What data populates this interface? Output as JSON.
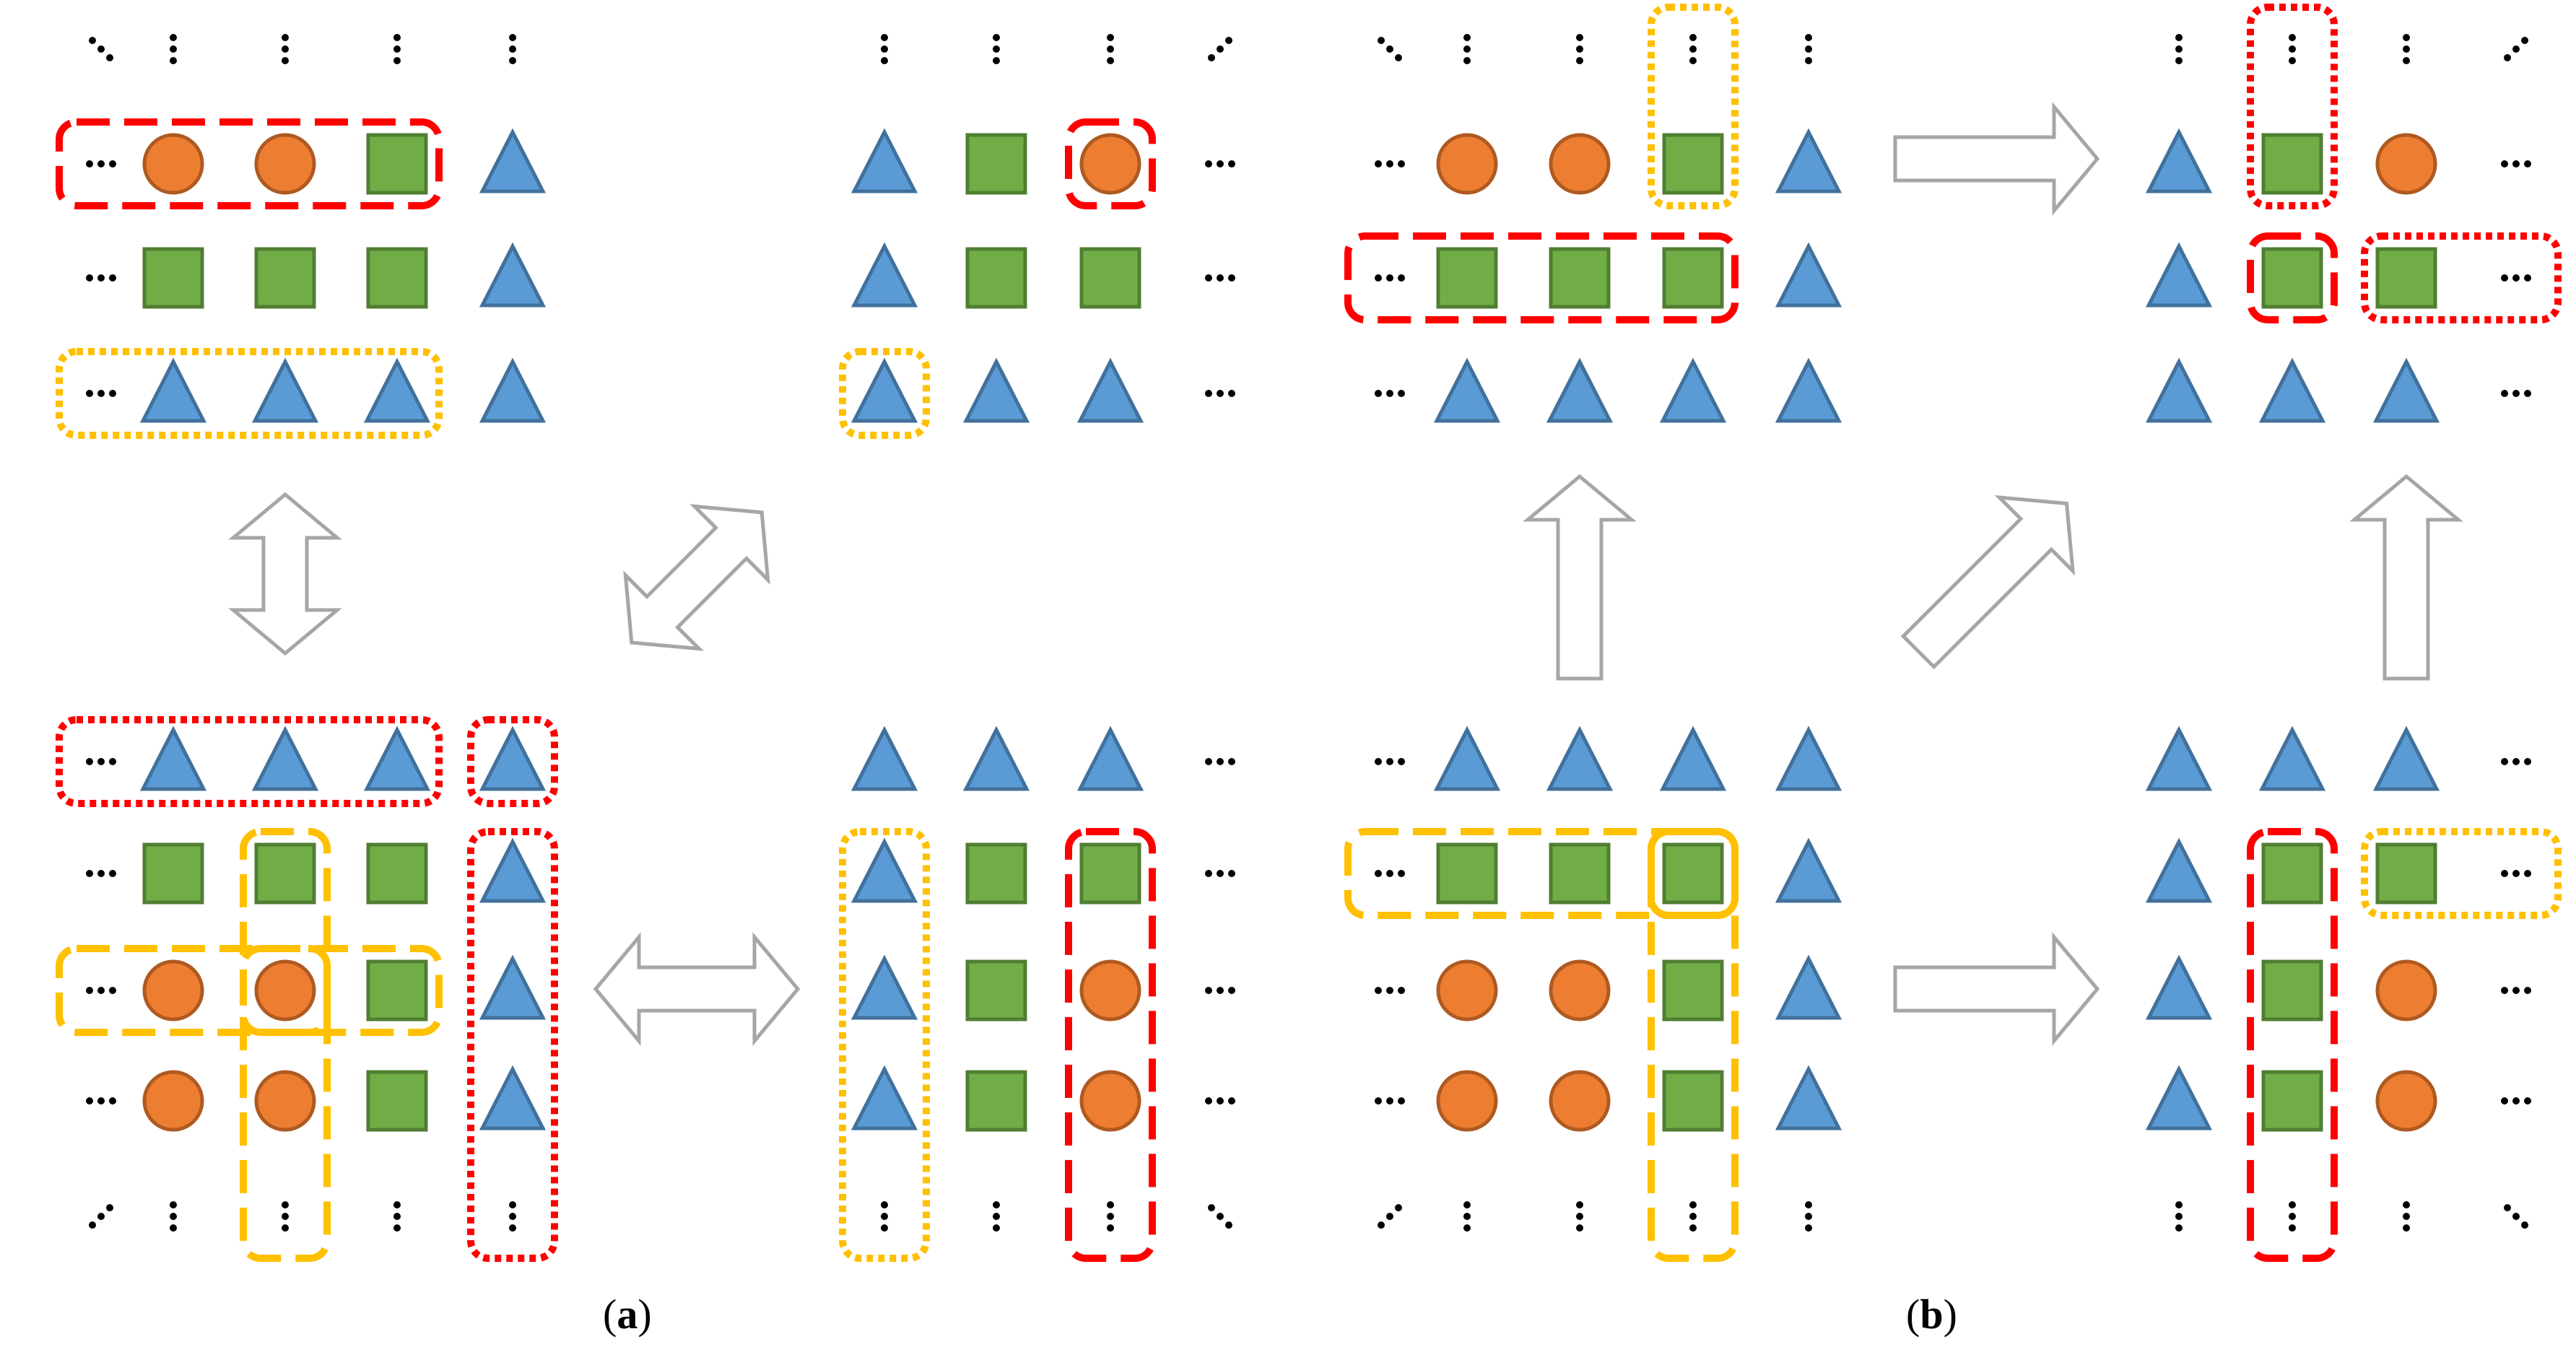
{
  "colors": {
    "circle_fill": "#ED7D31",
    "circle_stroke": "#AE5A21",
    "square_fill": "#70AD47",
    "square_stroke": "#507E32",
    "triangle_fill": "#5B9BD5",
    "triangle_stroke": "#41719C",
    "red_highlight": "#FF0000",
    "yellow_highlight": "#FFC000",
    "arrow_stroke": "#A6A6A6",
    "ellipsis": "#000000"
  },
  "captions": {
    "a": {
      "open": "(",
      "letter": "a",
      "close": ")"
    },
    "b": {
      "open": "(",
      "letter": "b",
      "close": ")"
    }
  },
  "shapes": {
    "circle": "orange-circle",
    "square": "green-square",
    "triangle": "blue-triangle"
  },
  "grids": {
    "a1": [
      [
        "dd",
        "v",
        "v",
        "v",
        "v"
      ],
      [
        "h",
        "O",
        "O",
        "S",
        "T"
      ],
      [
        "h",
        "S",
        "S",
        "S",
        "T"
      ],
      [
        "h",
        "T",
        "T",
        "T",
        "T"
      ]
    ],
    "a2": [
      [
        "v",
        "v",
        "v",
        "da"
      ],
      [
        "T",
        "S",
        "O",
        "h"
      ],
      [
        "T",
        "S",
        "S",
        "h"
      ],
      [
        "T",
        "T",
        "T",
        "h"
      ]
    ],
    "a3": [
      [
        "h",
        "T",
        "T",
        "T",
        "T"
      ],
      [
        "h",
        "S",
        "S",
        "S",
        "T"
      ],
      [
        "h",
        "O",
        "O",
        "S",
        "T"
      ],
      [
        "h",
        "O",
        "O",
        "S",
        "T"
      ],
      [
        "da",
        "v",
        "v",
        "v",
        "v"
      ]
    ],
    "a4": [
      [
        "T",
        "T",
        "T",
        "h"
      ],
      [
        "T",
        "S",
        "S",
        "h"
      ],
      [
        "T",
        "S",
        "O",
        "h"
      ],
      [
        "T",
        "S",
        "O",
        "h"
      ],
      [
        "v",
        "v",
        "v",
        "dd"
      ]
    ],
    "b1": [
      [
        "dd",
        "v",
        "v",
        "v",
        "v"
      ],
      [
        "h",
        "O",
        "O",
        "S",
        "T"
      ],
      [
        "h",
        "S",
        "S",
        "S",
        "T"
      ],
      [
        "h",
        "T",
        "T",
        "T",
        "T"
      ]
    ],
    "b2": [
      [
        "v",
        "v",
        "v",
        "da"
      ],
      [
        "T",
        "S",
        "O",
        "h"
      ],
      [
        "T",
        "S",
        "S",
        "h"
      ],
      [
        "T",
        "T",
        "T",
        "h"
      ]
    ],
    "b3": [
      [
        "h",
        "T",
        "T",
        "T",
        "T"
      ],
      [
        "h",
        "S",
        "S",
        "S",
        "T"
      ],
      [
        "h",
        "O",
        "O",
        "S",
        "T"
      ],
      [
        "h",
        "O",
        "O",
        "S",
        "T"
      ],
      [
        "da",
        "v",
        "v",
        "v",
        "v"
      ]
    ],
    "b4": [
      [
        "T",
        "T",
        "T",
        "h"
      ],
      [
        "T",
        "S",
        "S",
        "h"
      ],
      [
        "T",
        "S",
        "O",
        "h"
      ],
      [
        "T",
        "S",
        "O",
        "h"
      ],
      [
        "v",
        "v",
        "v",
        "dd"
      ]
    ]
  },
  "highlights": [
    {
      "g": "a1",
      "r0": 1,
      "c0": 0,
      "r1": 1,
      "c1": 3,
      "color": "red",
      "style": "dash"
    },
    {
      "g": "a1",
      "r0": 3,
      "c0": 0,
      "r1": 3,
      "c1": 3,
      "color": "yellow",
      "style": "dot"
    },
    {
      "g": "a2",
      "r0": 1,
      "c0": 2,
      "r1": 1,
      "c1": 2,
      "color": "red",
      "style": "dash"
    },
    {
      "g": "a2",
      "r0": 3,
      "c0": 0,
      "r1": 3,
      "c1": 0,
      "color": "yellow",
      "style": "dot"
    },
    {
      "g": "a3",
      "r0": 0,
      "c0": 0,
      "r1": 0,
      "c1": 3,
      "color": "red",
      "style": "dot"
    },
    {
      "g": "a3",
      "r0": 0,
      "c0": 4,
      "r1": 0,
      "c1": 4,
      "color": "red",
      "style": "dot"
    },
    {
      "g": "a3",
      "r0": 1,
      "c0": 4,
      "r1": 4,
      "c1": 4,
      "color": "red",
      "style": "dot"
    },
    {
      "g": "a3",
      "r0": 1,
      "c0": 2,
      "r1": 4,
      "c1": 2,
      "color": "yellow",
      "style": "dash"
    },
    {
      "g": "a3",
      "r0": 2,
      "c0": 0,
      "r1": 2,
      "c1": 3,
      "color": "yellow",
      "style": "dash"
    },
    {
      "g": "a3",
      "r0": 2,
      "c0": 2,
      "r1": 2,
      "c1": 2,
      "color": "yellow",
      "style": "dash"
    },
    {
      "g": "a4",
      "r0": 1,
      "c0": 0,
      "r1": 4,
      "c1": 0,
      "color": "yellow",
      "style": "dot"
    },
    {
      "g": "a4",
      "r0": 1,
      "c0": 2,
      "r1": 4,
      "c1": 2,
      "color": "red",
      "style": "dash"
    },
    {
      "g": "b1",
      "r0": 0,
      "c0": 3,
      "r1": 1,
      "c1": 3,
      "color": "yellow",
      "style": "dot"
    },
    {
      "g": "b1",
      "r0": 2,
      "c0": 0,
      "r1": 2,
      "c1": 3,
      "color": "red",
      "style": "dash"
    },
    {
      "g": "b2",
      "r0": 0,
      "c0": 1,
      "r1": 1,
      "c1": 1,
      "color": "red",
      "style": "dot"
    },
    {
      "g": "b2",
      "r0": 2,
      "c0": 1,
      "r1": 2,
      "c1": 1,
      "color": "red",
      "style": "dash"
    },
    {
      "g": "b2",
      "r0": 2,
      "c0": 2,
      "r1": 2,
      "c1": 3,
      "color": "red",
      "style": "dot"
    },
    {
      "g": "b3",
      "r0": 1,
      "c0": 0,
      "r1": 1,
      "c1": 3,
      "color": "yellow",
      "style": "dash"
    },
    {
      "g": "b3",
      "r0": 1,
      "c0": 3,
      "r1": 4,
      "c1": 3,
      "color": "yellow",
      "style": "dash"
    },
    {
      "g": "b3",
      "r0": 1,
      "c0": 3,
      "r1": 1,
      "c1": 3,
      "color": "yellow",
      "style": "dash"
    },
    {
      "g": "b4",
      "r0": 1,
      "c0": 1,
      "r1": 4,
      "c1": 1,
      "color": "red",
      "style": "dash"
    },
    {
      "g": "b4",
      "r0": 1,
      "c0": 2,
      "r1": 1,
      "c1": 3,
      "color": "yellow",
      "style": "dot"
    }
  ],
  "arrows": [
    {
      "id": "a-vertical",
      "type": "double-vertical"
    },
    {
      "id": "a-diagonal",
      "type": "double-diagonal"
    },
    {
      "id": "a-horizontal",
      "type": "double-horizontal"
    },
    {
      "id": "b-top-right",
      "type": "single-right"
    },
    {
      "id": "b-bottom-right",
      "type": "single-right"
    },
    {
      "id": "b-left-up",
      "type": "single-up"
    },
    {
      "id": "b-diagonal",
      "type": "single-diagonal"
    },
    {
      "id": "b-right-up",
      "type": "single-up"
    }
  ]
}
